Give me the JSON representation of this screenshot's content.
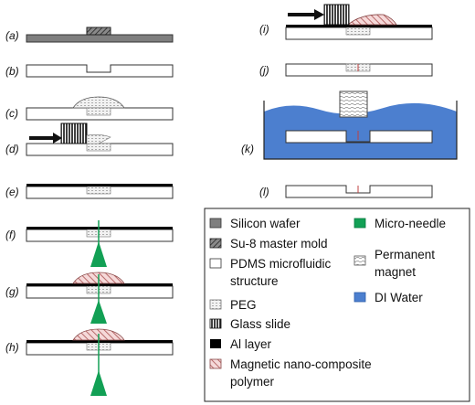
{
  "steps": {
    "a": "(a)",
    "b": "(b)",
    "c": "(c)",
    "d": "(d)",
    "e": "(e)",
    "f": "(f)",
    "g": "(g)",
    "h": "(h)",
    "i": "(i)",
    "j": "(j)",
    "k": "(k)",
    "l": "(l)"
  },
  "legend": {
    "silicon_wafer": "Silicon wafer",
    "su8_mold": "Su-8 master mold",
    "pdms_1": "PDMS microfluidic",
    "pdms_2": "structure",
    "peg": "PEG",
    "glass_slide": "Glass slide",
    "al_layer": "Al layer",
    "mnp_1": "Magnetic nano-composite",
    "mnp_2": "polymer",
    "micro_needle": "Micro-needle",
    "magnet_1": "Permanent",
    "magnet_2": "magnet",
    "di_water": "DI Water"
  },
  "colors": {
    "silicon": "#7f7f7f",
    "su8": "#555555",
    "needle": "#12a055",
    "water": "#4c7fcf",
    "polymer_hatch": "#b86a6a",
    "al": "#000000"
  }
}
